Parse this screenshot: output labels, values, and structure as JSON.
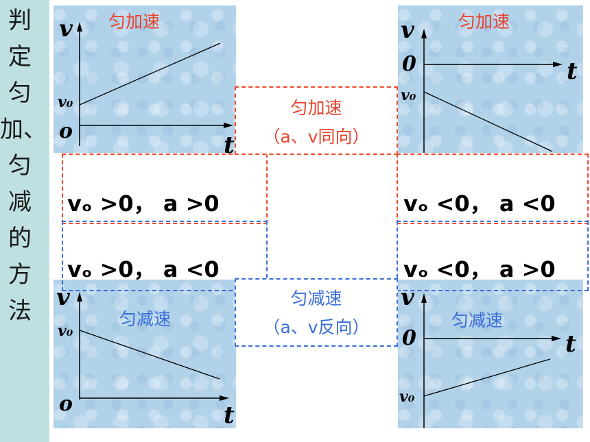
{
  "sidebar": {
    "lines": [
      "判",
      "定",
      "匀",
      "加、",
      "匀",
      "减",
      "的",
      "方",
      "法"
    ]
  },
  "panels": {
    "top_left": {
      "title": "匀加速",
      "v": "v",
      "v0": "v₀",
      "o": "o",
      "t": "t"
    },
    "top_right": {
      "title": "匀加速",
      "v": "v",
      "o": "0",
      "t": "t",
      "v0": "v₀"
    },
    "bottom_left": {
      "title": "匀减速",
      "v": "v",
      "v0": "v₀",
      "o": "o",
      "t": "t"
    },
    "bottom_right": {
      "title": "匀减速",
      "v": "v",
      "o": "0",
      "t": "t",
      "v0": "v₀"
    }
  },
  "boxes": {
    "accel": {
      "line1": "匀加速",
      "line2": "（a、v同向）"
    },
    "decel": {
      "line1": "匀减速",
      "line2": "（a、v反向）"
    }
  },
  "conditions": {
    "top_left": "vₒ >0， a >0",
    "top_right": "vₒ <0， a <0",
    "bottom_left": "vₒ >0， a <0",
    "bottom_right": "vₒ <0， a >0"
  },
  "colors": {
    "accel_red": "#e8432d",
    "decel_blue": "#3a6ed8",
    "panel_bg": "#b2d2ea",
    "sidebar_bg": "#bfe0e0"
  },
  "chart_data": {
    "type": "line",
    "panels": [
      {
        "title": "匀加速",
        "y_label": "v",
        "x_label": "t",
        "origin_label": "o",
        "start_label": "v₀"
      },
      {
        "title": "匀加速",
        "y_label": "v",
        "x_label": "t",
        "origin_label": "0",
        "start_label": "v₀"
      },
      {
        "title": "匀减速",
        "y_label": "v",
        "x_label": "t",
        "origin_label": "o",
        "start_label": "v₀"
      },
      {
        "title": "匀减速",
        "y_label": "v",
        "x_label": "t",
        "origin_label": "0",
        "start_label": "v₀"
      }
    ]
  }
}
